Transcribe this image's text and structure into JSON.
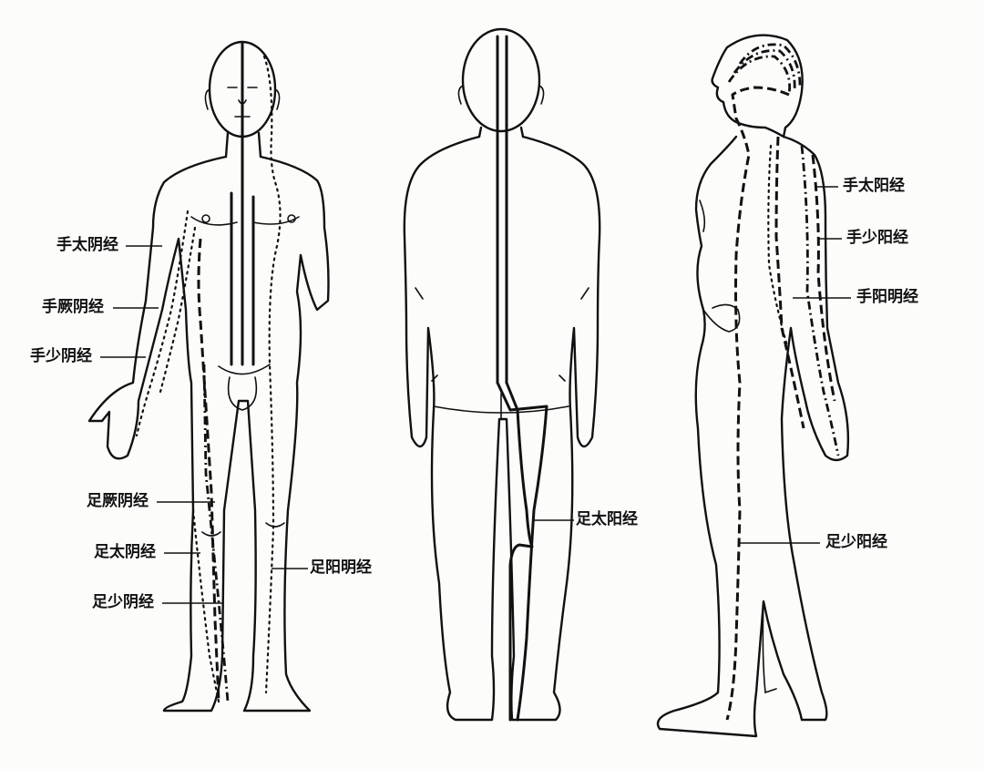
{
  "figures": [
    "front",
    "back",
    "side"
  ],
  "labels": {
    "shou_taiyin": "手太阴经",
    "shou_jueyin": "手厥阴经",
    "shou_shaoyin": "手少阴经",
    "zu_jueyin": "足厥阴经",
    "zu_taiyin": "足太阴经",
    "zu_shaoyin": "足少阴经",
    "zu_yangming": "足阳明经",
    "zu_taiyang": "足太阳经",
    "shou_taiyang": "手太阳经",
    "shou_shaoyang": "手少阳经",
    "shou_yangming": "手阳明经",
    "zu_shaoyang": "足少阳经"
  },
  "colors": {
    "ink": "#111111",
    "paper": "#fcfcfb"
  }
}
